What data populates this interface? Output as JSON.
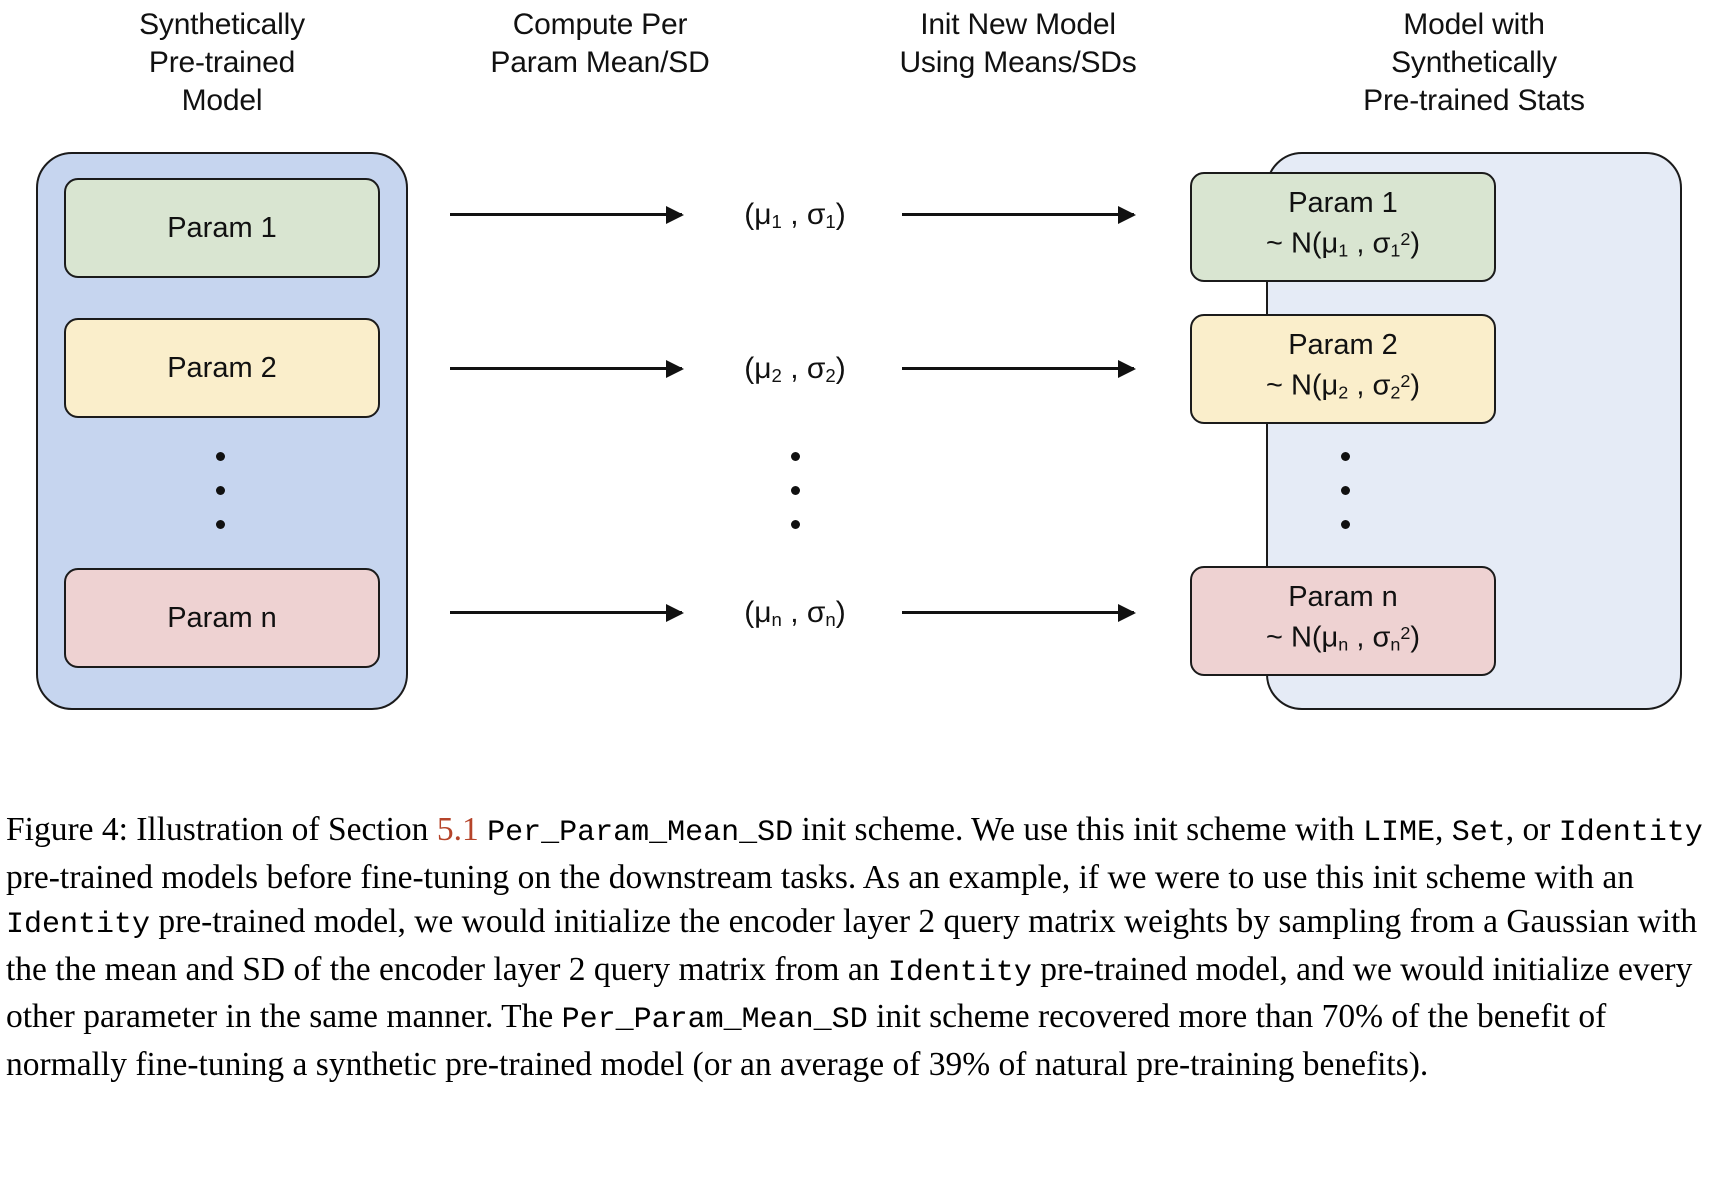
{
  "figure": {
    "columns": [
      {
        "id": "col-pretrained",
        "header": "Synthetically\nPre-trained\nModel"
      },
      {
        "id": "col-compute",
        "header": "Compute Per\nParam Mean/SD"
      },
      {
        "id": "col-init",
        "header": "Init New Model\nUsing Means/SDs"
      },
      {
        "id": "col-result",
        "header": "Model with\nSynthetically\nPre-trained Stats"
      }
    ],
    "left_model": {
      "container_color": "#c6d5ef",
      "params": [
        {
          "label": "Param 1",
          "color": "#d9e5d1",
          "color_name": "green"
        },
        {
          "label": "Param 2",
          "color": "#faeecb",
          "color_name": "yellow"
        },
        {
          "label": "Param n",
          "color": "#eed2d2",
          "color_name": "pink"
        }
      ],
      "ellipsis": "• • •"
    },
    "right_model": {
      "container_color": "#e5ebf6",
      "params": [
        {
          "label": "Param 1",
          "dist": "~ N(μ₁ , σ₁²)",
          "color": "#d9e5d1",
          "color_name": "green"
        },
        {
          "label": "Param 2",
          "dist": "~ N(μ₂ , σ₂²)",
          "color": "#faeecb",
          "color_name": "yellow"
        },
        {
          "label": "Param n",
          "dist": "~ N(μₙ , σₙ²)",
          "color": "#eed2d2",
          "color_name": "pink"
        }
      ],
      "ellipsis": "• • •"
    },
    "stats": [
      {
        "text": "(μ₁ , σ₁)",
        "mu_sub": "1",
        "sigma_sub": "1"
      },
      {
        "text": "(μ₂ , σ₂)",
        "mu_sub": "2",
        "sigma_sub": "2"
      },
      {
        "text": "(μₙ , σₙ)",
        "mu_sub": "n",
        "sigma_sub": "n"
      }
    ],
    "arrow_count": 6,
    "arrow_color": "#111111"
  },
  "caption": {
    "label": "Figure 4:",
    "section_ref": "5.1",
    "section_ref_color": "#b5442a",
    "scheme_name": "Per_Param_Mean_SD",
    "model_names": [
      "LIME",
      "Set",
      "Identity"
    ],
    "text_part_1": " Illustration of Section ",
    "text_part_2": " init scheme. We use this init scheme with ",
    "text_part_3": ", ",
    "text_part_4": ", or ",
    "text_part_5": " pre-trained models before fine-tuning on the downstream tasks. As an example, if we were to use this init scheme with an ",
    "text_part_6": " pre-trained model, we would initialize the encoder layer 2 query matrix weights by sampling from a Gaussian with the the mean and SD of the encoder layer 2 query matrix from an ",
    "text_part_7": " pre-trained model, and we would initialize every other parameter in the same manner. The ",
    "text_part_8": " init scheme recovered more than 70% of the benefit of normally fine-tuning a synthetic pre-trained model (or an average of 39% of natural pre-training benefits).",
    "recovered_percent": "70%",
    "average_percent": "39%"
  }
}
